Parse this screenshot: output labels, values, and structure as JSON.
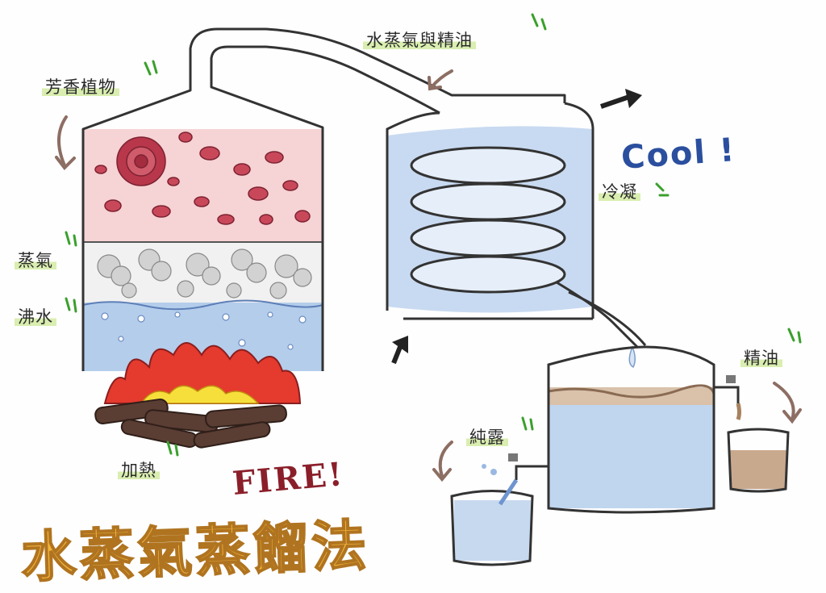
{
  "labels": {
    "aromatic_plants": "芳香植物",
    "steam": "蒸氣",
    "boiling_water": "沸水",
    "heating": "加熱",
    "vapor_and_oil": "水蒸氣與精油",
    "condense": "冷凝",
    "essential_oil": "精油",
    "hydrosol": "純露"
  },
  "exclaims": {
    "cool": "Cool !",
    "fire": "FIRE!"
  },
  "title": "水蒸氣蒸餾法",
  "colors": {
    "petals": "#c8485a",
    "plant_zone": "#f3c6c8",
    "steam": "#c9c9c9",
    "water": "#aac6e8",
    "flame_red": "#e53a2e",
    "flame_yellow": "#f6df3b",
    "oil": "#c9a98e",
    "title": "#f2b33a",
    "leaf_accent": "#3aa02c"
  }
}
